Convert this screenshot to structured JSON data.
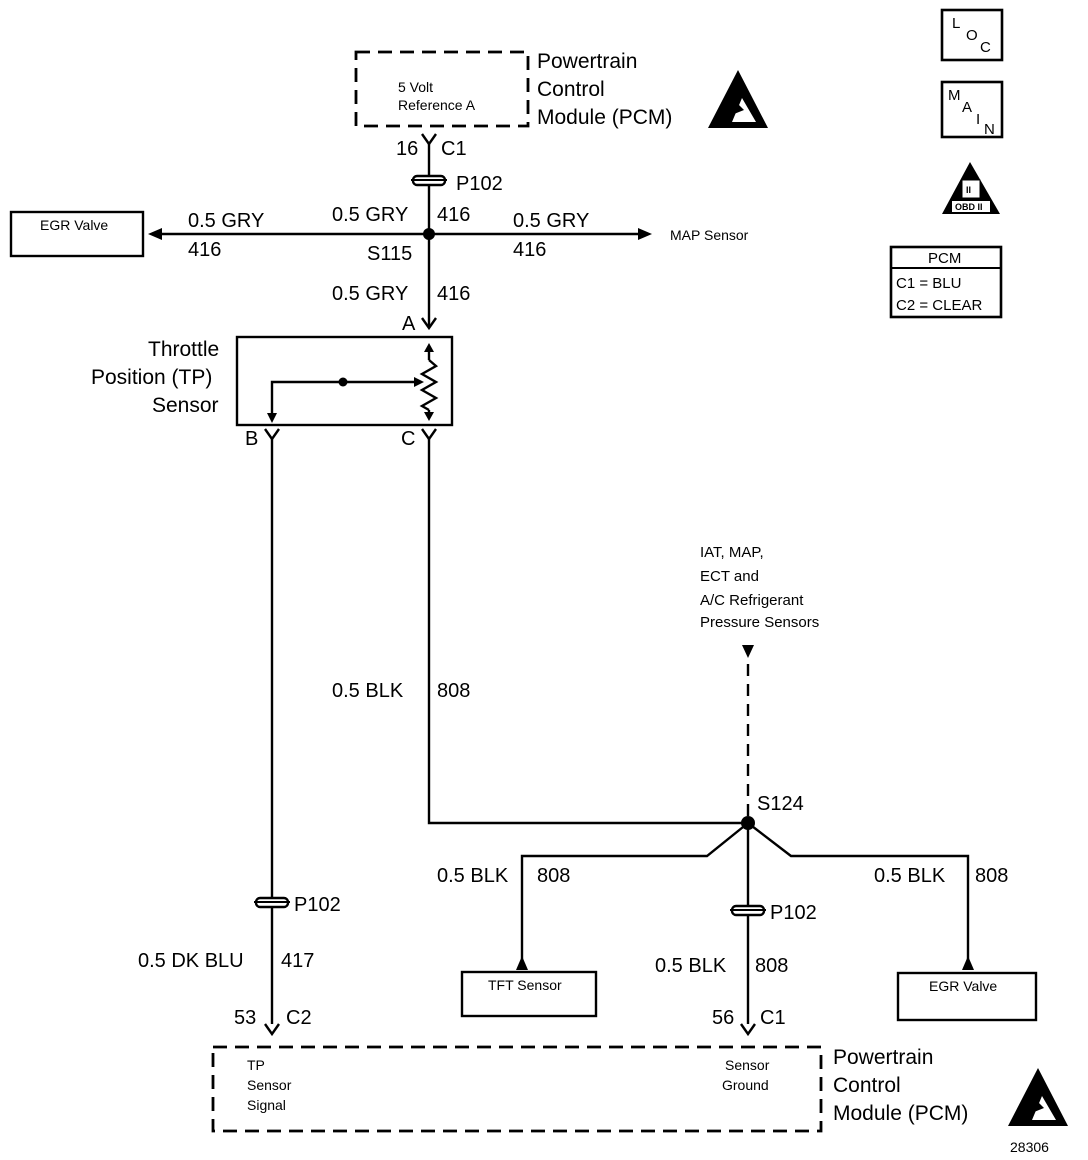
{
  "pcm_top": {
    "ref_line1": "5 Volt",
    "ref_line2": "Reference A",
    "title_line1": "Powertrain",
    "title_line2": "Control",
    "title_line3": "Module (PCM)",
    "pin": "16",
    "connector": "C1"
  },
  "p102_top": "P102",
  "s115": {
    "name": "S115",
    "up_wire": "0.5 GRY",
    "up_circuit": "416",
    "left_wire": "0.5 GRY",
    "left_circuit": "416",
    "right_wire": "0.5 GRY",
    "right_circuit": "416",
    "down_wire": "0.5 GRY",
    "down_circuit": "416"
  },
  "egr_top": "EGR Valve",
  "map_sensor": "MAP Sensor",
  "tp_sensor": {
    "title_line1": "Throttle",
    "title_line2": "Position (TP)",
    "title_line3": "Sensor",
    "pin_a": "A",
    "pin_b": "B",
    "pin_c": "C"
  },
  "wire_808": {
    "wire": "0.5 BLK",
    "circuit": "808"
  },
  "other_sensors": [
    "IAT, MAP,",
    "ECT and",
    "A/C Refrigerant",
    "Pressure Sensors"
  ],
  "s124": "S124",
  "tft_branch": {
    "wire": "0.5 BLK",
    "circuit": "808",
    "label": "TFT Sensor"
  },
  "egr_branch": {
    "wire": "0.5 BLK",
    "circuit": "808",
    "label": "EGR Valve"
  },
  "ground_branch": {
    "connector_name": "P102",
    "wire": "0.5 BLK",
    "circuit": "808",
    "pin": "56",
    "connector": "C1"
  },
  "signal_branch": {
    "connector_name": "P102",
    "wire": "0.5 DK BLU",
    "circuit": "417",
    "pin": "53",
    "connector": "C2"
  },
  "pcm_bottom": {
    "signal_line1": "TP",
    "signal_line2": "Sensor",
    "signal_line3": "Signal",
    "ground_line1": "Sensor",
    "ground_line2": "Ground",
    "title_line1": "Powertrain",
    "title_line2": "Control",
    "title_line3": "Module (PCM)"
  },
  "side_icons": {
    "loc": [
      "L",
      "O",
      "C"
    ],
    "main": [
      "M",
      "A",
      "I",
      "N"
    ],
    "obd": [
      "II",
      "OBD II"
    ]
  },
  "pcm_legend": {
    "title": "PCM",
    "line1": "C1 = BLU",
    "line2": "C2 = CLEAR"
  },
  "figure_number": "28306"
}
